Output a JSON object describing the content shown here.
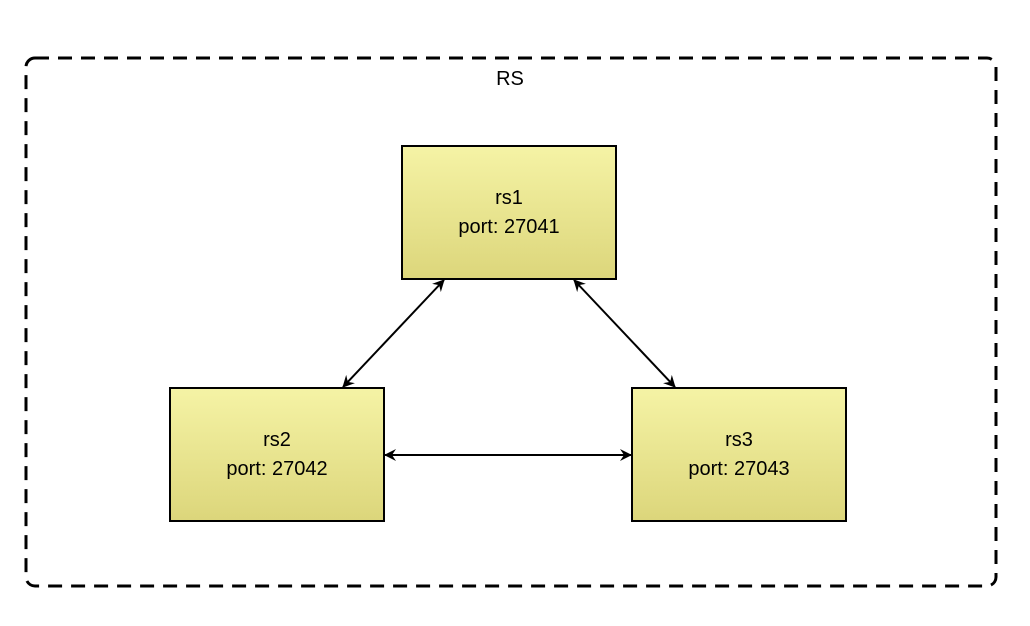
{
  "group": {
    "label": "RS"
  },
  "nodes": [
    {
      "id": "rs1",
      "name": "rs1",
      "port_text": "port: 27041"
    },
    {
      "id": "rs2",
      "name": "rs2",
      "port_text": "port: 27042"
    },
    {
      "id": "rs3",
      "name": "rs3",
      "port_text": "port: 27043"
    }
  ],
  "connections": [
    {
      "from": "rs1",
      "to": "rs2",
      "direction": "bidirectional"
    },
    {
      "from": "rs1",
      "to": "rs3",
      "direction": "bidirectional"
    },
    {
      "from": "rs2",
      "to": "rs3",
      "direction": "bidirectional"
    }
  ],
  "colors": {
    "node_fill_top": "#f5f3a5",
    "node_fill_bottom": "#dcd67b",
    "stroke": "#000000",
    "background": "#ffffff"
  }
}
